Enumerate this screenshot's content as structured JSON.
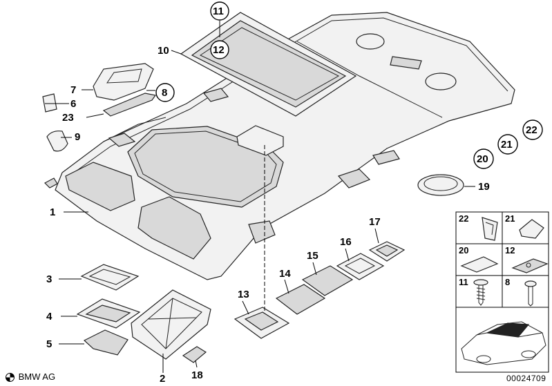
{
  "callouts": {
    "c1": "1",
    "c2": "2",
    "c3": "3",
    "c4": "4",
    "c5": "5",
    "c6": "6",
    "c7": "7",
    "c8": "8",
    "c9": "9",
    "c10": "10",
    "c11": "11",
    "c12": "12",
    "c13": "13",
    "c14": "14",
    "c15": "15",
    "c16": "16",
    "c17": "17",
    "c18": "18",
    "c19": "19",
    "c20": "20",
    "c21": "21",
    "c22": "22",
    "c23": "23"
  },
  "inset_grid": {
    "cells": [
      "22",
      "21",
      "20",
      "12",
      "11",
      "8"
    ]
  },
  "footer": {
    "brand": "BMW AG",
    "doc_id": "00024709"
  }
}
